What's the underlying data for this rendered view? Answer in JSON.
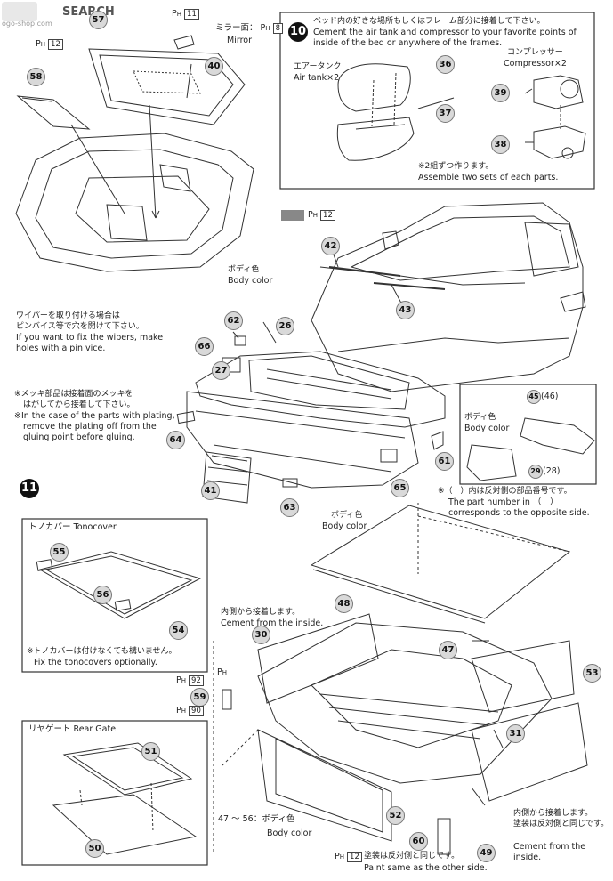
{
  "watermark": {
    "line1": "SEARCH",
    "line2": "ogo-shop.com"
  },
  "ph_codes": {
    "p11": "11",
    "p8": "8",
    "p12": "12",
    "p92": "92",
    "p90": "90"
  },
  "ph_prefix": "P",
  "ph_sub": "H",
  "mirror_label": {
    "jp": "ミラー面：",
    "en": "Mirror"
  },
  "parts": [
    "57",
    "58",
    "40",
    "36",
    "37",
    "39",
    "38",
    "42",
    "43",
    "62",
    "26",
    "66",
    "27",
    "64",
    "41",
    "63",
    "65",
    "61",
    "45",
    "46",
    "29",
    "28",
    "55",
    "56",
    "54",
    "48",
    "30",
    "47",
    "53",
    "59",
    "31",
    "51",
    "50",
    "52",
    "60",
    "49"
  ],
  "step10": {
    "number": "10",
    "jp": "ベッド内の好きな場所もしくはフレーム部分に接着して下さい。",
    "en1": "Cement the air tank and compressor to your favorite points of",
    "en2": "inside of the bed or anywhere of the frames.",
    "air_tank_jp": "エアータンク",
    "air_tank_en": "Air tank×2",
    "compressor_jp": "コンプレッサー",
    "compressor_en": "Compressor×2",
    "note_jp": "※2組ずつ作ります。",
    "note_en": "Assemble two sets of each parts."
  },
  "body_color": {
    "jp": "ボディ色",
    "en": "Body color"
  },
  "wiper_note": {
    "jp1": "ワイパーを取り付ける場合は",
    "jp2": "ピンバイス等で穴を開けて下さい。",
    "en1": "If you want to fix the wipers, make",
    "en2": "holes with a pin vice."
  },
  "plating_note": {
    "jp1": "※メッキ部品は接着面のメッキを",
    "jp2": "はがしてから接着して下さい。",
    "en1": "※In the case of the parts with plating,",
    "en2": "remove the plating off from the",
    "en3": "gluing point before gluing."
  },
  "opposite_note": {
    "jp": "※（　）内は反対側の部品番号です。",
    "en1": "The part number in （　）",
    "en2": "corresponds to the opposite side."
  },
  "mirror_parts": {
    "a": "45",
    "a_opp": "(46)",
    "b": "29",
    "b_opp": "(28)"
  },
  "step11": {
    "number": "11"
  },
  "tonocover": {
    "title": "トノカバー Tonocover",
    "note_jp": "※トノカバーは付けなくても構いません。",
    "note_en": "Fix the tonocovers optionally."
  },
  "rear_gate": {
    "title": "リヤゲート Rear Gate"
  },
  "cement_inside": {
    "jp": "内側から接着します。",
    "en": "Cement from the inside."
  },
  "cement_inside2": {
    "jp1": "内側から接着します。",
    "jp2": "塗装は反対側と同じです。",
    "en1": "Cement from the",
    "en2": "inside."
  },
  "body_color_range": {
    "range": "47 ～ 56：ボディ色",
    "en": "Body color"
  },
  "paint_same": {
    "jp": "塗装は反対側と同じです。",
    "en": "Paint same as the other side."
  }
}
